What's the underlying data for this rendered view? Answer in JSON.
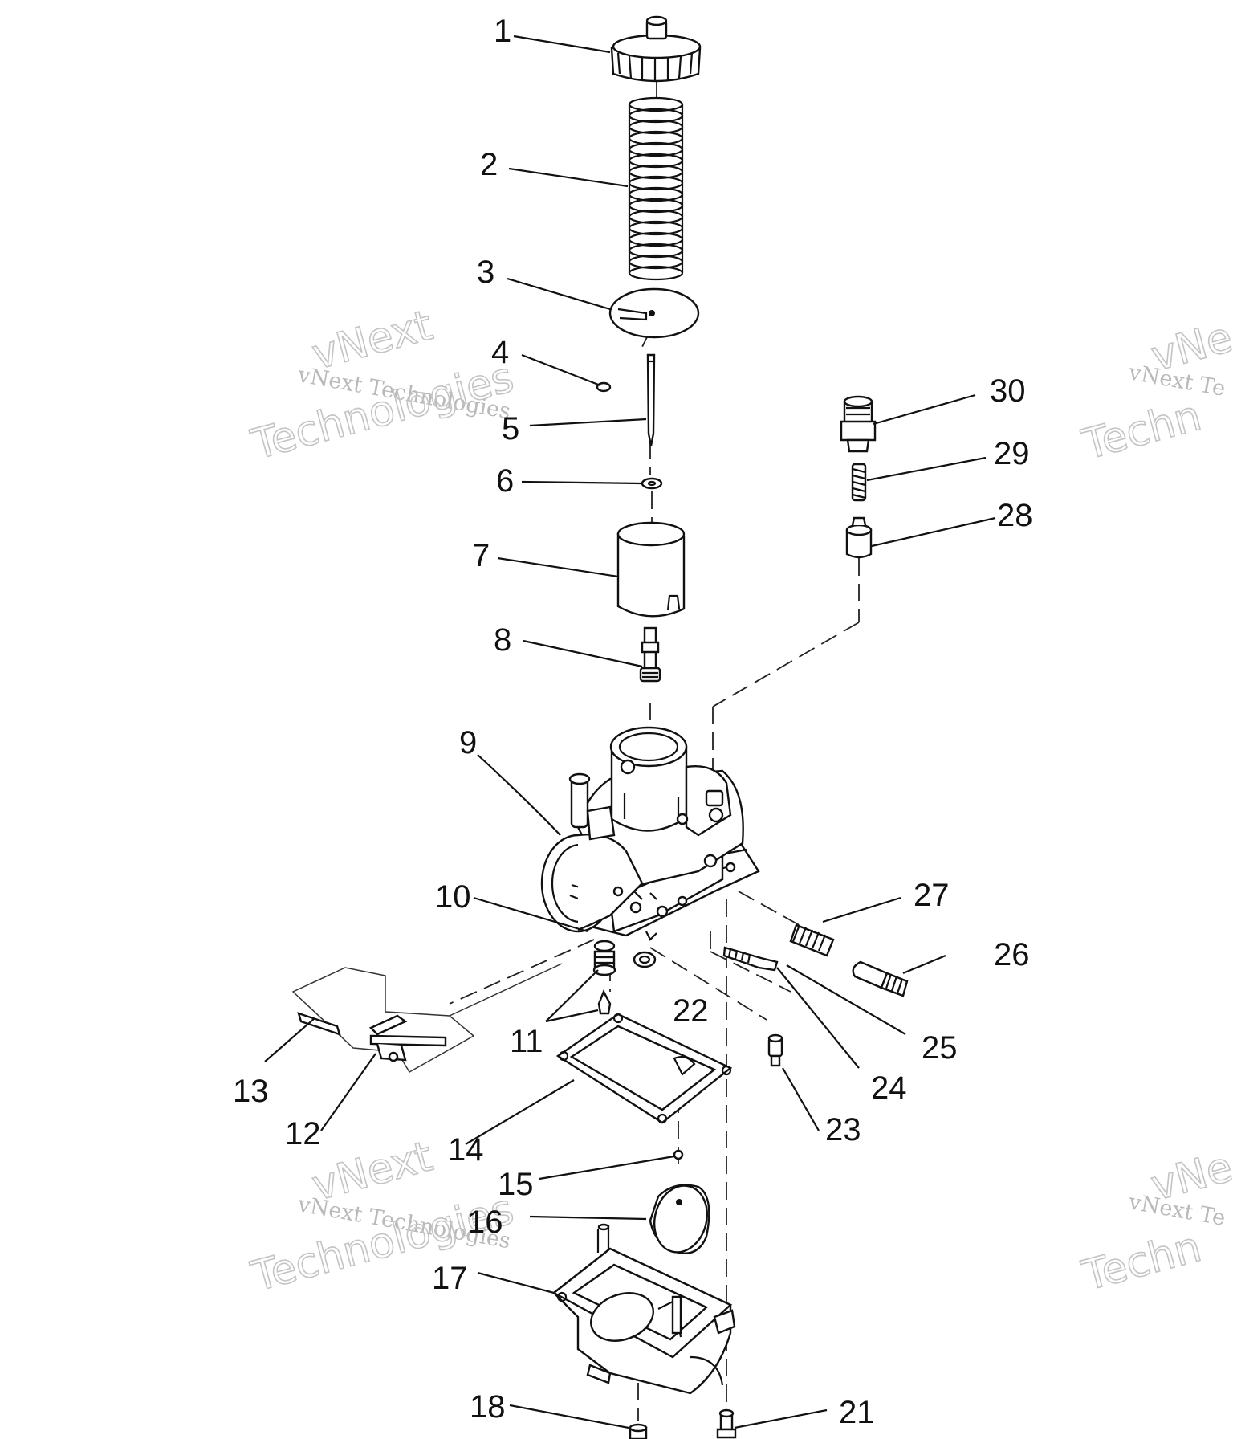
{
  "diagram": {
    "callouts": [
      {
        "id": "1",
        "label": "1"
      },
      {
        "id": "2",
        "label": "2"
      },
      {
        "id": "3",
        "label": "3"
      },
      {
        "id": "4",
        "label": "4"
      },
      {
        "id": "5",
        "label": "5"
      },
      {
        "id": "6",
        "label": "6"
      },
      {
        "id": "7",
        "label": "7"
      },
      {
        "id": "8",
        "label": "8"
      },
      {
        "id": "9",
        "label": "9"
      },
      {
        "id": "10",
        "label": "10"
      },
      {
        "id": "11",
        "label": "11"
      },
      {
        "id": "12",
        "label": "12"
      },
      {
        "id": "13",
        "label": "13"
      },
      {
        "id": "14",
        "label": "14"
      },
      {
        "id": "15",
        "label": "15"
      },
      {
        "id": "16",
        "label": "16"
      },
      {
        "id": "17",
        "label": "17"
      },
      {
        "id": "18",
        "label": "18"
      },
      {
        "id": "21",
        "label": "21"
      },
      {
        "id": "22",
        "label": "22"
      },
      {
        "id": "23",
        "label": "23"
      },
      {
        "id": "24",
        "label": "24"
      },
      {
        "id": "25",
        "label": "25"
      },
      {
        "id": "26",
        "label": "26"
      },
      {
        "id": "27",
        "label": "27"
      },
      {
        "id": "28",
        "label": "28"
      },
      {
        "id": "29",
        "label": "29"
      },
      {
        "id": "30",
        "label": "30"
      }
    ]
  },
  "watermark": {
    "line_small": "vNext Technologies",
    "word_top": "vNext",
    "word_bottom": "Technologies",
    "edge_small": "vNext Te",
    "edge_top": "vNe",
    "edge_bottom": "Techn"
  }
}
